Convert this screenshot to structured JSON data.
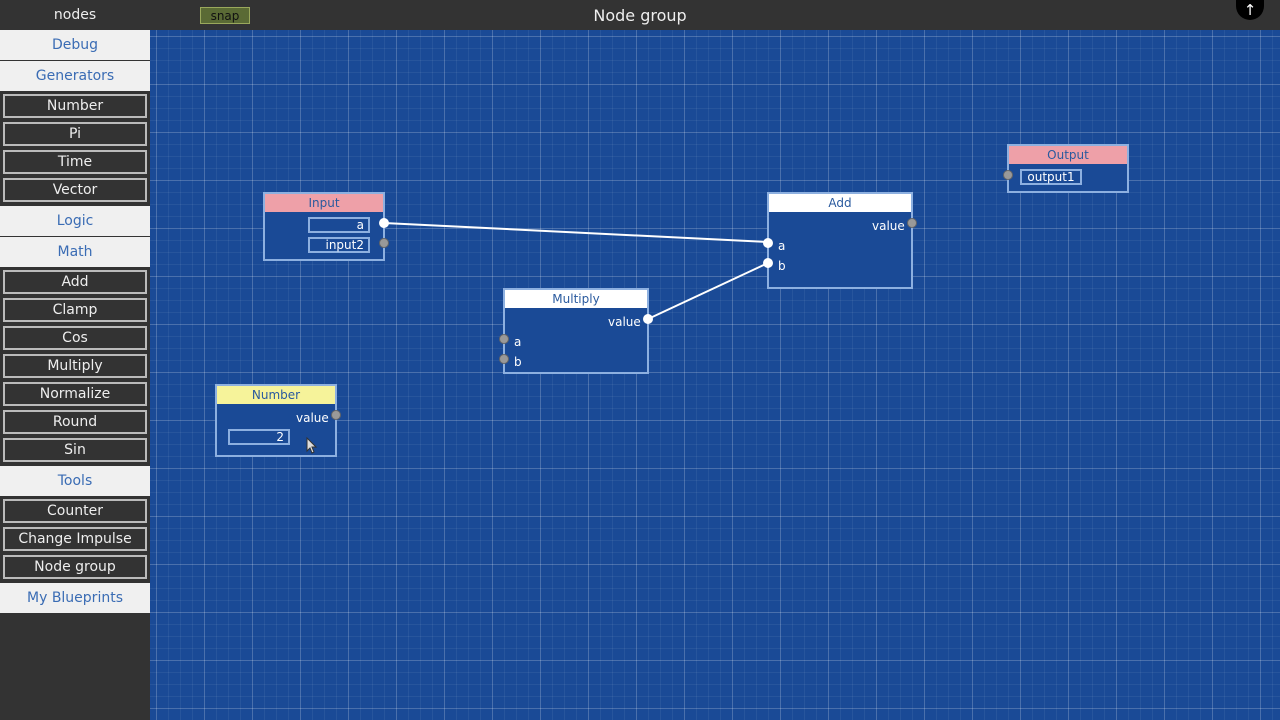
{
  "topbar": {
    "app_name": "nodes",
    "snap_label": "snap",
    "title": "Node group",
    "up_icon": "arrow-up-icon"
  },
  "sidebar": {
    "categories": {
      "debug": "Debug",
      "generators": "Generators",
      "logic": "Logic",
      "math": "Math",
      "tools": "Tools",
      "my_blueprints": "My Blueprints"
    },
    "generators": [
      "Number",
      "Pi",
      "Time",
      "Vector"
    ],
    "math": [
      "Add",
      "Clamp",
      "Cos",
      "Multiply",
      "Normalize",
      "Round",
      "Sin"
    ],
    "tools": [
      "Counter",
      "Change Impulse",
      "Node group"
    ]
  },
  "nodes": {
    "input": {
      "title": "Input",
      "field1": "a",
      "field2": "input2"
    },
    "add": {
      "title": "Add",
      "out_label": "value",
      "in_a": "a",
      "in_b": "b"
    },
    "output": {
      "title": "Output",
      "field1": "output1"
    },
    "multiply": {
      "title": "Multiply",
      "out_label": "value",
      "in_a": "a",
      "in_b": "b"
    },
    "number": {
      "title": "Number",
      "out_label": "value",
      "value": "2"
    }
  },
  "colors": {
    "canvas": "#1a4a96",
    "header_io": "#eea0a8",
    "header_math": "#ffffff",
    "header_generator": "#f6f39a"
  }
}
